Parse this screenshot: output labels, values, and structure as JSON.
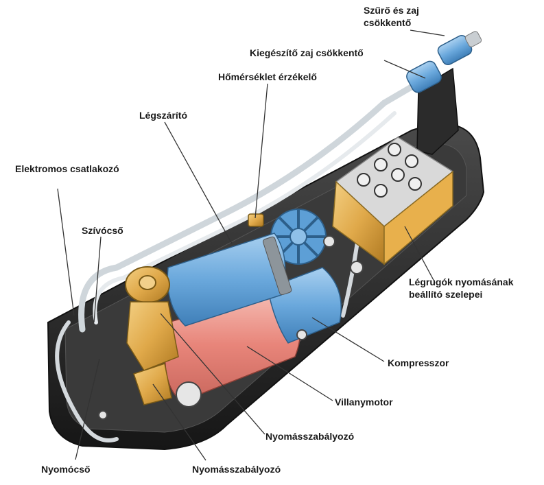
{
  "labels": {
    "filter_silencer": [
      "Szűrő és zaj",
      "csökkentő"
    ],
    "extra_silencer": "Kiegészítő zaj csökkentő",
    "temp_sensor": "Hőmérséklet érzékelő",
    "air_dryer": "Légszárító",
    "electrical_connector": "Elektromos csatlakozó",
    "intake_pipe": "Szívócső",
    "valve_block": [
      "Légrugók nyomásának",
      "beállító szelepei"
    ],
    "compressor": "Kompresszor",
    "electric_motor": "Villanymotor",
    "pressure_regulator_right": "Nyomásszabályozó",
    "pressure_pipe": "Nyomócső",
    "pressure_regulator_bottom": "Nyomásszabályozó"
  },
  "colors": {
    "motor": "#e8857a",
    "dryer": "#6aa8dc",
    "compressor": "#7db4e2",
    "regulator": "#e0a94a",
    "valve_block": "#e8b04c",
    "base": "#2a2a2a"
  }
}
